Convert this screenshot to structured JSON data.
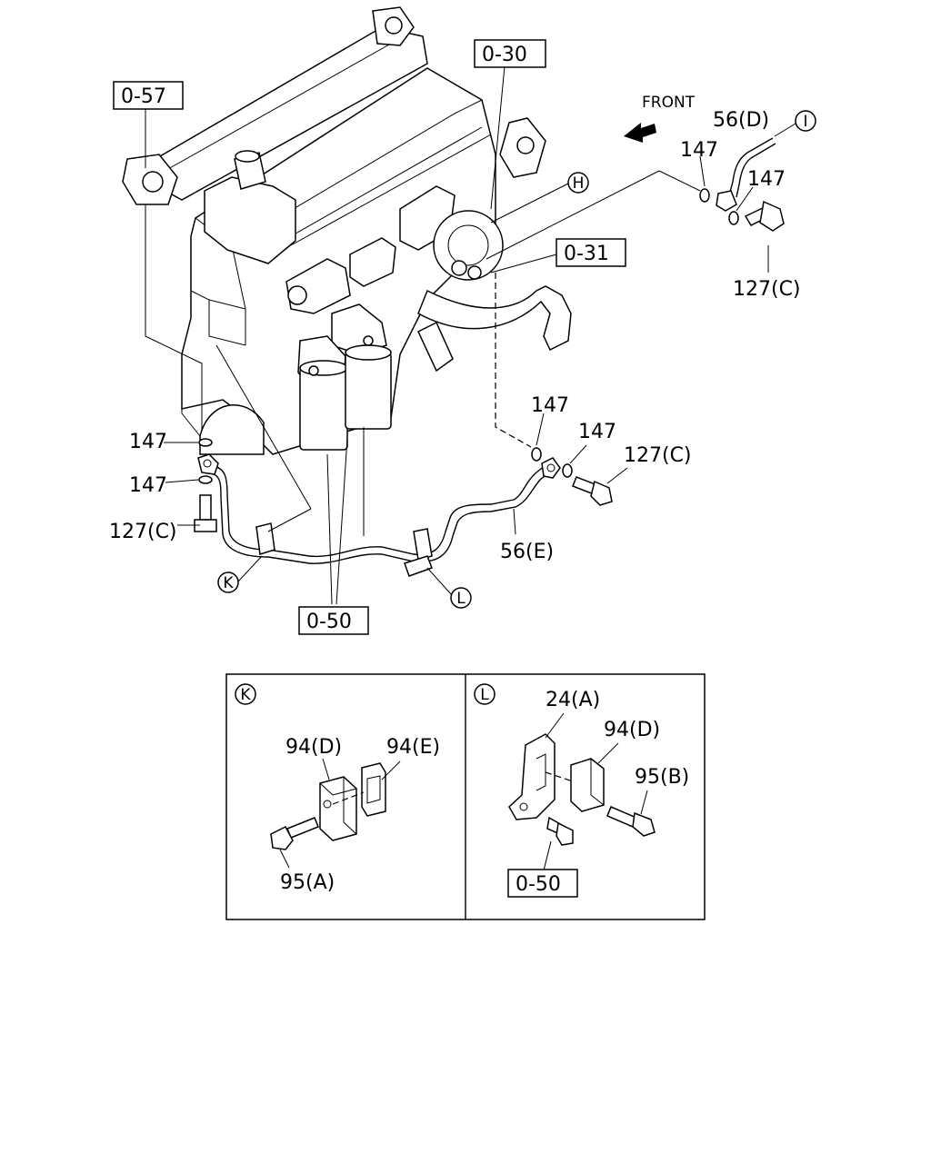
{
  "diagram": {
    "front_label": "FRONT",
    "refs": {
      "r057": "0-57",
      "r030": "0-30",
      "r031": "0-31",
      "r050_main": "0-50",
      "r050_inset": "0-50"
    },
    "callouts": {
      "h": "H",
      "i": "I",
      "k": "K",
      "l": "L",
      "k_inset": "K",
      "l_inset": "L"
    },
    "parts": {
      "p56d": "56(D)",
      "p147_top_left": "147",
      "p147_top_right": "147",
      "p127c_top": "127(C)",
      "p147_left1": "147",
      "p147_left2": "147",
      "p127c_left": "127(C)",
      "p147_mid1": "147",
      "p147_mid2": "147",
      "p127c_mid": "127(C)",
      "p56e": "56(E)",
      "p94d_k": "94(D)",
      "p94e_k": "94(E)",
      "p95a": "95(A)",
      "p24a": "24(A)",
      "p94d_l": "94(D)",
      "p95b": "95(B)"
    }
  }
}
